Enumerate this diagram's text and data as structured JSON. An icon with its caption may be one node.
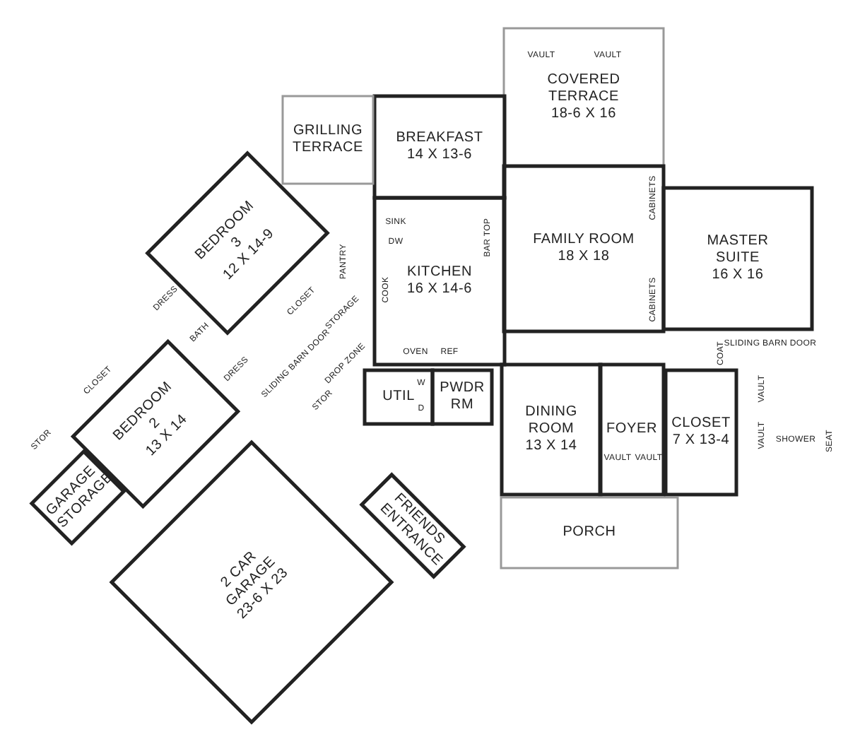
{
  "diagram": {
    "nodes": [
      {
        "text": [
          "COVERED TERRACE",
          "18-6 X 16"
        ]
      },
      {
        "text": [
          "BREAKFAST",
          "14 X 13-6"
        ]
      },
      {
        "text": [
          "GRILLING TERRACE"
        ]
      },
      {
        "text": [
          "KITCHEN",
          "16 X 14-6"
        ]
      },
      {
        "text": [
          "FAMILY ROOM",
          "18 X 18"
        ]
      },
      {
        "text": [
          "MASTER SUITE",
          "16 X 16"
        ]
      },
      {
        "text": [
          "BEDROOM 3",
          "12 X 14-9"
        ]
      },
      {
        "text": [
          "UTIL"
        ]
      },
      {
        "text": [
          "PWDR RM"
        ]
      },
      {
        "text": [
          "DINING ROOM",
          "13 X 14"
        ]
      },
      {
        "text": [
          "FOYER"
        ]
      },
      {
        "text": [
          "CLOSET",
          "7 X 13-4"
        ]
      },
      {
        "text": [
          "BEDROOM 2",
          "13 X 14"
        ]
      },
      {
        "text": [
          "GARAGE STORAGE"
        ]
      },
      {
        "text": [
          "FRIENDS ENTRANCE"
        ]
      },
      {
        "text": [
          "2 CAR GARAGE",
          "23-6 X 23"
        ]
      },
      {
        "text": [
          "PORCH"
        ]
      }
    ],
    "labels": [
      "VAULT",
      "VAULT",
      "CABINETS",
      "SINK",
      "BAR TOP",
      "DW",
      "PANTRY",
      "COOK",
      "DRESS",
      "CLOSET",
      "CABINETS",
      "STORAGE",
      "BATH",
      "SLIDING BARN DOOR",
      "OVEN",
      "REF",
      "COAT",
      "DROP ZONE",
      "SLIDING BARN DOOR",
      "DRESS",
      "CLOSET",
      "W",
      "VAULT",
      "STOR",
      "D",
      "STOR",
      "VAULT",
      "SHOWER",
      "SEAT",
      "VAULT",
      "VAULT"
    ]
  }
}
